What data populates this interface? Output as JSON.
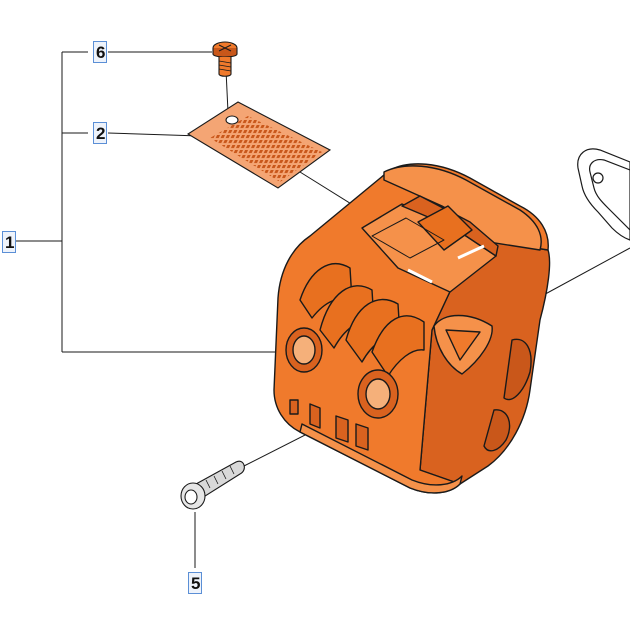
{
  "callouts": [
    {
      "id": "c1",
      "label": "1"
    },
    {
      "id": "c2",
      "label": "2"
    },
    {
      "id": "c5",
      "label": "5"
    },
    {
      "id": "c6",
      "label": "6"
    }
  ],
  "colors": {
    "muffler": "#f07a2c",
    "muffler_dark": "#c9571a",
    "outline": "#1a1a1a",
    "gasket": "#ffffff",
    "screen": "#f4a574",
    "leader": "#1a1a1a",
    "callout_border": "#5b8fd6"
  }
}
